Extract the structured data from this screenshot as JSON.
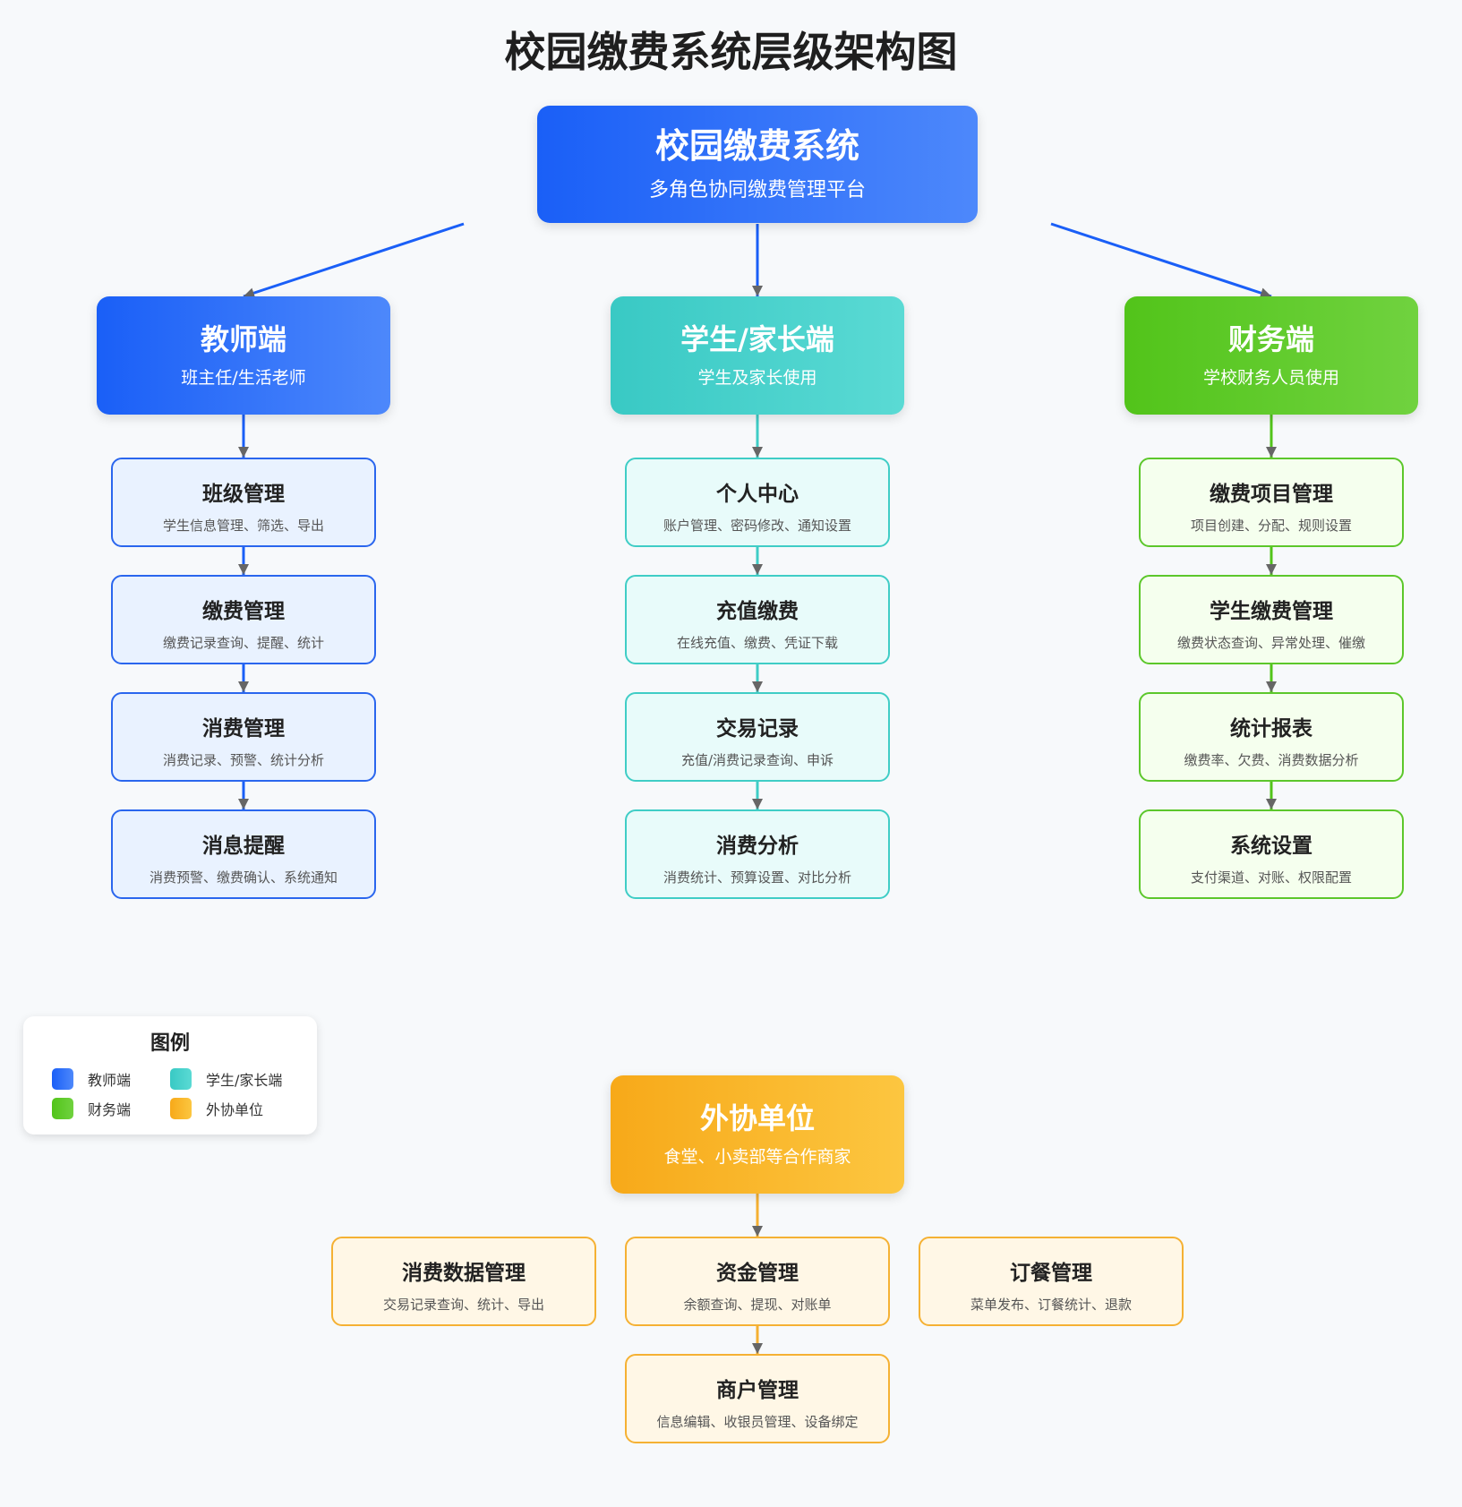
{
  "title": "校园缴费系统层级架构图",
  "root": {
    "name": "校园缴费系统",
    "subtitle": "多角色协同缴费管理平台"
  },
  "roles": {
    "teacher": {
      "name": "教师端",
      "subtitle": "班主任/生活老师",
      "color": "#1a5ff7",
      "features": [
        {
          "name": "班级管理",
          "desc": "学生信息管理、筛选、导出"
        },
        {
          "name": "缴费管理",
          "desc": "缴费记录查询、提醒、统计"
        },
        {
          "name": "消费管理",
          "desc": "消费记录、预警、统计分析"
        },
        {
          "name": "消息提醒",
          "desc": "消费预警、缴费确认、系统通知"
        }
      ]
    },
    "student": {
      "name": "学生/家长端",
      "subtitle": "学生及家长使用",
      "color": "#39c9c4",
      "features": [
        {
          "name": "个人中心",
          "desc": "账户管理、密码修改、通知设置"
        },
        {
          "name": "充值缴费",
          "desc": "在线充值、缴费、凭证下载"
        },
        {
          "name": "交易记录",
          "desc": "充值/消费记录查询、申诉"
        },
        {
          "name": "消费分析",
          "desc": "消费统计、预算设置、对比分析"
        }
      ]
    },
    "finance": {
      "name": "财务端",
      "subtitle": "学校财务人员使用",
      "color": "#52c41a",
      "features": [
        {
          "name": "缴费项目管理",
          "desc": "项目创建、分配、规则设置"
        },
        {
          "name": "学生缴费管理",
          "desc": "缴费状态查询、异常处理、催缴"
        },
        {
          "name": "统计报表",
          "desc": "缴费率、欠费、消费数据分析"
        },
        {
          "name": "系统设置",
          "desc": "支付渠道、对账、权限配置"
        }
      ]
    },
    "partner": {
      "name": "外协单位",
      "subtitle": "食堂、小卖部等合作商家",
      "color": "#f7a919",
      "features": [
        {
          "name": "消费数据管理",
          "desc": "交易记录查询、统计、导出"
        },
        {
          "name": "资金管理",
          "desc": "余额查询、提现、对账单"
        },
        {
          "name": "订餐管理",
          "desc": "菜单发布、订餐统计、退款"
        },
        {
          "name": "商户管理",
          "desc": "信息编辑、收银员管理、设备绑定"
        }
      ]
    }
  },
  "legend": {
    "title": "图例",
    "items": [
      {
        "label": "教师端",
        "color": "#1a5ff7"
      },
      {
        "label": "学生/家长端",
        "color": "#39c9c4"
      },
      {
        "label": "财务端",
        "color": "#52c41a"
      },
      {
        "label": "外协单位",
        "color": "#f7a919"
      }
    ]
  }
}
